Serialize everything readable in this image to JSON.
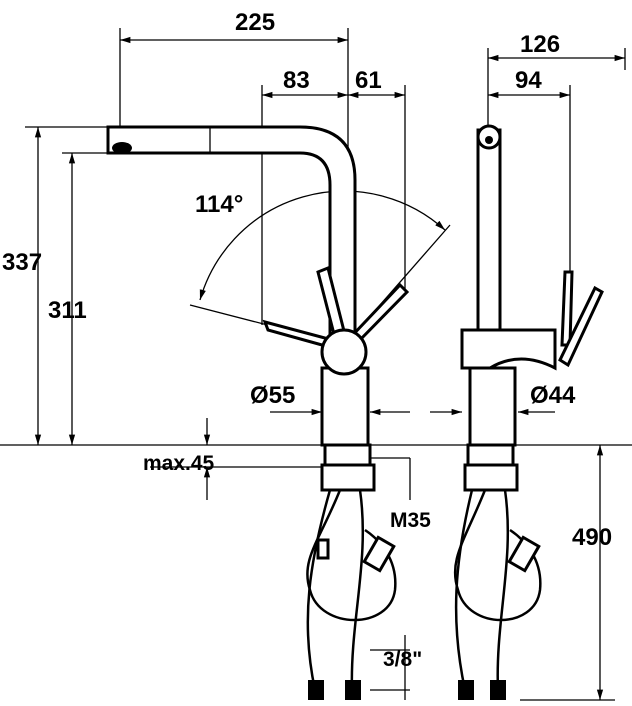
{
  "dimensions": {
    "spout_reach": "225",
    "handle_offset_front": "83",
    "handle_offset_back": "61",
    "side_depth": "126",
    "side_handle": "94",
    "swivel_angle": "114°",
    "total_height": "337",
    "spout_height": "311",
    "body_diameter": "Ø55",
    "body_diameter_side": "Ø44",
    "max_counter_thickness": "max.45",
    "thread": "M35",
    "hose_length": "490",
    "connection": "3/8\""
  }
}
